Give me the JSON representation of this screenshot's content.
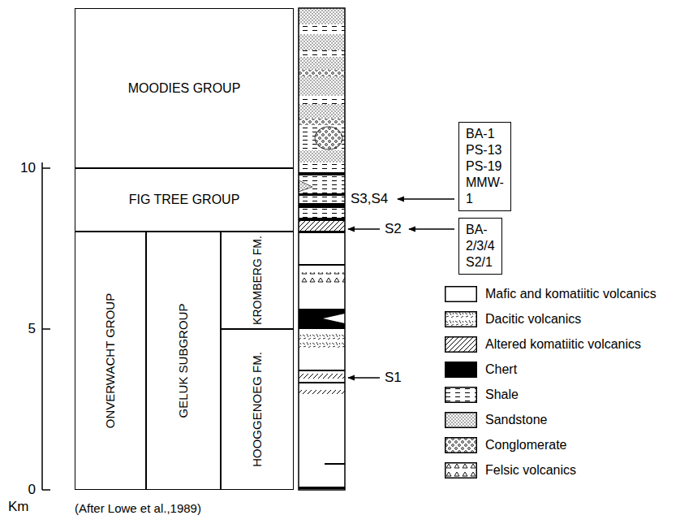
{
  "diagram": {
    "nodes": [
      {
        "text": [
          "MOODIES GROUP"
        ]
      },
      {
        "text": [
          "FIG TREE GROUP"
        ]
      },
      {
        "text": [
          "ONVERWACHT GROUP"
        ]
      },
      {
        "text": [
          "GELUK SUBGROUP"
        ]
      },
      {
        "text": [
          "KROMBERG FM."
        ]
      },
      {
        "text": [
          "HOOGGENOEG FM."
        ]
      },
      {
        "text": [
          "BA-1 PS-13 PS-19 MMW-1"
        ]
      },
      {
        "text": [
          "BA-2/3/4 S2/1"
        ]
      }
    ],
    "labels": [
      "10",
      "5",
      "0",
      "Km",
      "S3,S4",
      "S2",
      "S1",
      "(After Lowe et al.,1989)"
    ],
    "legend": [
      {
        "text": "Mafic and komatiitic volcanics",
        "color": "#ffffff"
      },
      {
        "text": "Dacitic volcanics"
      },
      {
        "text": "Altered komatiitic volcanics"
      },
      {
        "text": "Chert",
        "color": "#000000"
      },
      {
        "text": "Shale"
      },
      {
        "text": "Sandstone"
      },
      {
        "text": "Conglomerate"
      },
      {
        "text": "Felsic volcanics"
      }
    ]
  }
}
